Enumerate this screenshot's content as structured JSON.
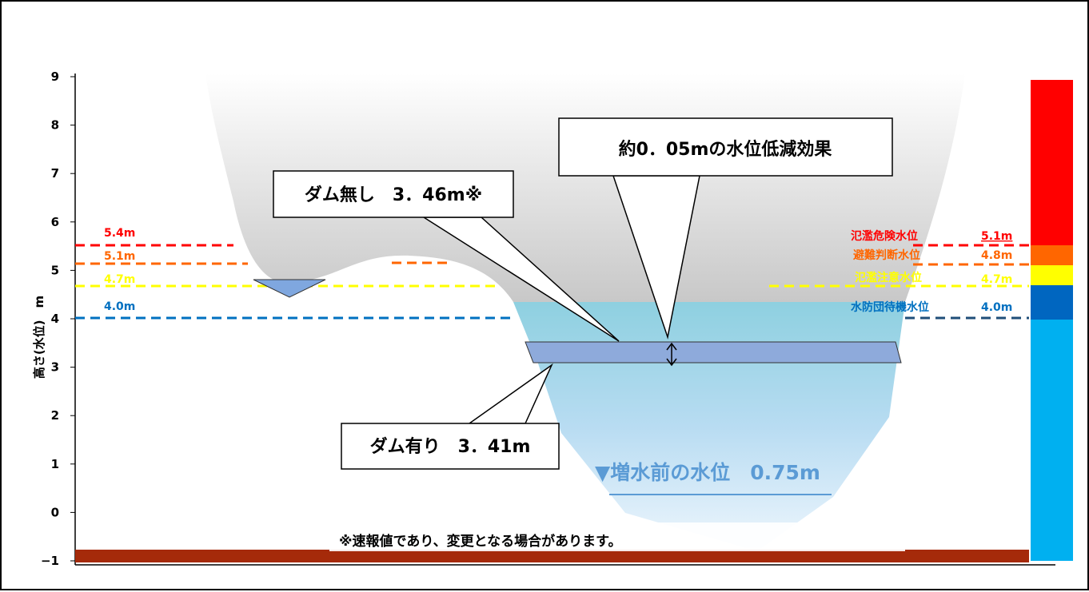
{
  "y_axis": {
    "label": "高さ(水位)　m",
    "ticks": [
      "9",
      "8",
      "7",
      "6",
      "5",
      "4",
      "3",
      "2",
      "1",
      "0",
      "−1"
    ],
    "ylim": [
      -1,
      9
    ]
  },
  "left_levels": [
    "5.4m",
    "5.1m",
    "4.7m",
    "4.0m"
  ],
  "right_levels": {
    "danger": {
      "name": "氾濫危険水位",
      "value": "5.1m"
    },
    "evacuate": {
      "name": "避難判断水位",
      "value": "4.8m"
    },
    "caution": {
      "name": "氾濫注意水位",
      "value": "4.7m"
    },
    "standby": {
      "name": "水防団待機水位",
      "value": "4.0m"
    }
  },
  "callouts": {
    "effect": "約0．05mの水位低減効果",
    "no_dam": "ダム無し　3．46m※",
    "with_dam": "ダム有り　3．41m"
  },
  "pre_flood": "▼増水前の水位　0.75m",
  "footnote": "※速報値であり、変更となる場合があります。",
  "colors": {
    "danger": "#ff0000",
    "evacuate": "#ff6600",
    "caution": "#ffff00",
    "standby": "#0066c0",
    "safe": "#00b0f0",
    "riverbed": "#a52a0a",
    "water_band": "#8eaadb"
  }
}
